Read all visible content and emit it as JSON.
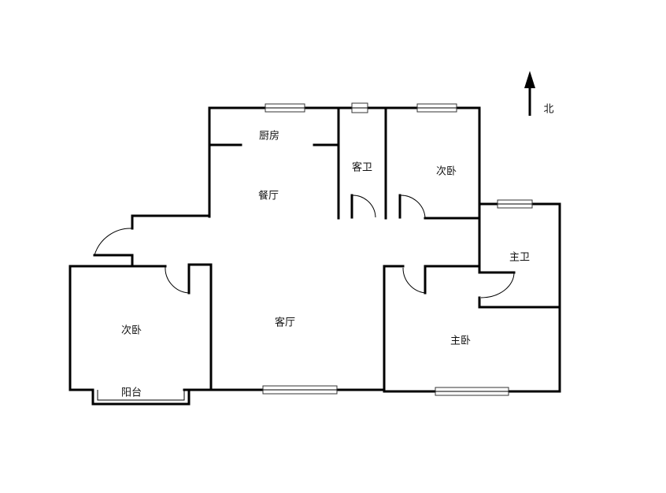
{
  "plan": {
    "rooms": {
      "kitchen": "厨房",
      "dining": "餐厅",
      "guest_bath": "客卫",
      "bedroom_north": "次卧",
      "master_bath": "主卫",
      "living": "客厅",
      "master_bedroom": "主卧",
      "bedroom_west": "次卧",
      "balcony": "阳台"
    },
    "compass": {
      "label": "北",
      "icon": "north-arrow-icon"
    }
  }
}
